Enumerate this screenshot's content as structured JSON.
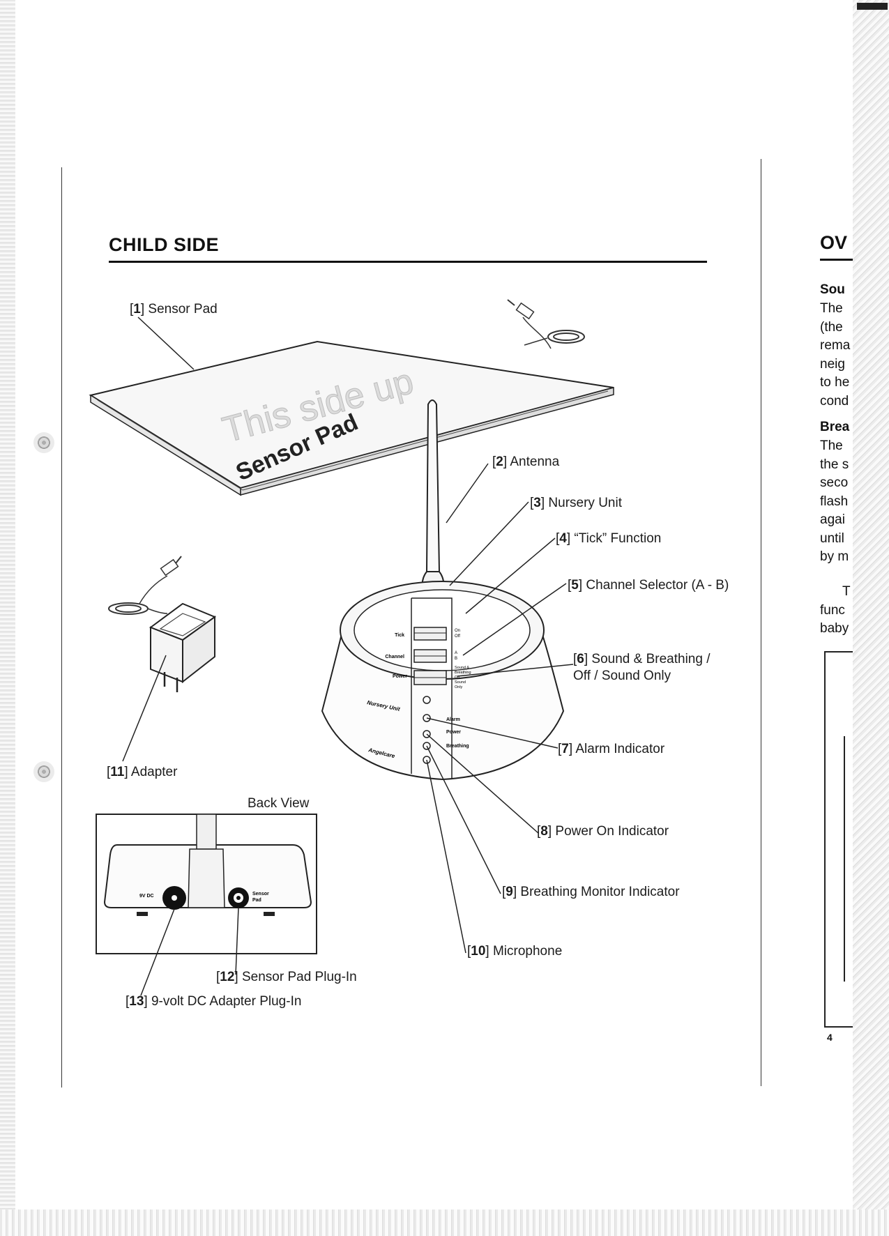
{
  "section": {
    "title": "CHILD SIDE"
  },
  "callouts": {
    "c1": {
      "num": "1",
      "text": "Sensor Pad"
    },
    "c2": {
      "num": "2",
      "text": "Antenna"
    },
    "c3": {
      "num": "3",
      "text": "Nursery Unit"
    },
    "c4": {
      "num": "4",
      "text": "“Tick” Function"
    },
    "c5": {
      "num": "5",
      "text": "Channel Selector (A - B)"
    },
    "c6": {
      "num": "6",
      "text": "Sound & Breathing /",
      "text2": "Off / Sound Only"
    },
    "c7": {
      "num": "7",
      "text": "Alarm Indicator"
    },
    "c8": {
      "num": "8",
      "text": "Power On Indicator"
    },
    "c9": {
      "num": "9",
      "text": "Breathing Monitor Indicator"
    },
    "c10": {
      "num": "10",
      "text": "Microphone"
    },
    "c11": {
      "num": "11",
      "text": "Adapter"
    },
    "c12": {
      "num": "12",
      "text": "Sensor Pad Plug-In"
    },
    "c13": {
      "num": "13",
      "text": "9-volt DC Adapter Plug-In"
    }
  },
  "back_view": {
    "title": "Back View",
    "jack_left": "9V DC",
    "jack_right_1": "Sensor",
    "jack_right_2": "Pad"
  },
  "illustration_text": {
    "pad_watermark": "This side up",
    "pad_brand": "Sensor Pad",
    "unit_name": "Nursery Unit",
    "unit_brand": "Angelcare",
    "switch_tick": "Tick",
    "switch_channel": "Channel",
    "switch_power": "Power",
    "opt_on": "On",
    "opt_off": "Off",
    "opt_a": "A",
    "opt_b": "B",
    "opt_sb1": "Sound &",
    "opt_sb2": "Breathing",
    "opt_off2": "Off",
    "opt_so1": "Sound",
    "opt_so2": "Only",
    "led_alarm": "Alarm",
    "led_power": "Power",
    "led_breathing": "Breathing"
  },
  "next_page": {
    "heading": "OV",
    "sub1": "Sou",
    "lines1": [
      "The",
      "(the",
      "rema",
      "neig",
      "to he",
      "cond"
    ],
    "sub2": "Brea",
    "lines2": [
      "The",
      "the s",
      "seco",
      "flash",
      "agai",
      "until",
      "by m"
    ],
    "lines3": [
      "T",
      "func",
      "baby"
    ],
    "page_number": "4"
  }
}
